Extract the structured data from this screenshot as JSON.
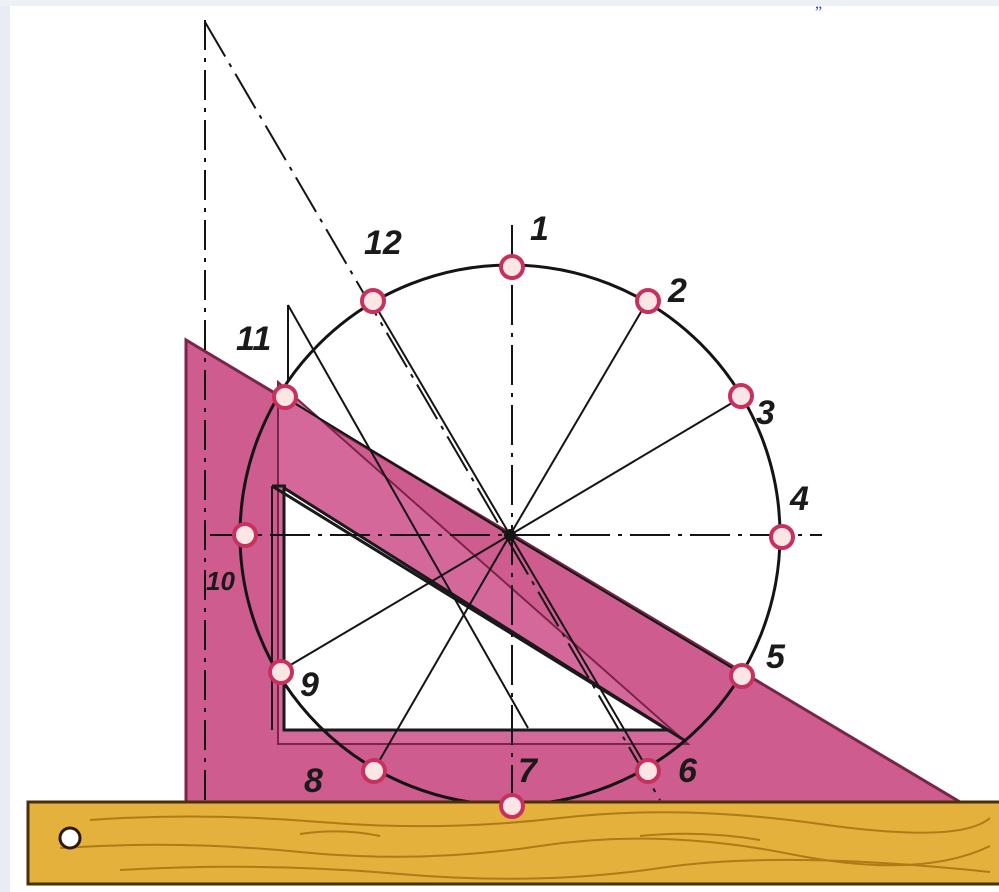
{
  "labels": {
    "p1": "1",
    "p2": "2",
    "p3": "3",
    "p4": "4",
    "p5": "5",
    "p6": "6",
    "p7": "7",
    "p8": "8",
    "p9": "9",
    "p10": "10",
    "p11": "11",
    "p12": "12"
  },
  "corner_mark": "„",
  "colors": {
    "triangle": "#cf5c8e",
    "triangle_edge": "#7a2448",
    "ruler": "#e3b13c",
    "ruler_grain": "#b07a18",
    "line": "#141414",
    "marker_fill": "#fbe5e5",
    "marker_stroke": "#c8315e",
    "left_edge": "#e9ecf5"
  }
}
